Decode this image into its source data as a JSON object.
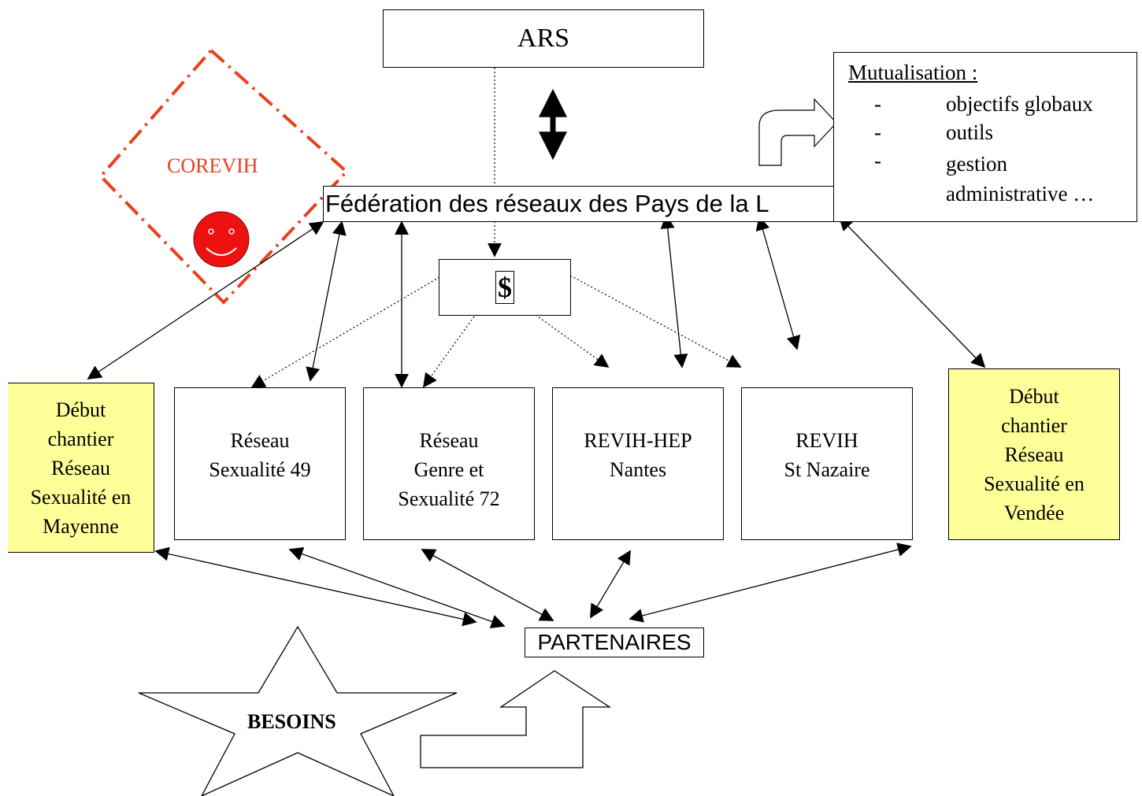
{
  "colors": {
    "corevih": "#e8401c",
    "smiley": "#ee1111",
    "partner_fill": "#ffff99"
  },
  "ars": {
    "label": "ARS"
  },
  "federation": {
    "label": "Fédération des réseaux des Pays de la L"
  },
  "dollar": {
    "label": "$"
  },
  "corevih": {
    "label": "COREVIH"
  },
  "mutualisation": {
    "title": "Mutualisation :",
    "items": [
      {
        "bullet": "-",
        "text": "objectifs globaux"
      },
      {
        "bullet": "-",
        "text": "outils"
      },
      {
        "bullet": "-",
        "text": "gestion administrative …"
      }
    ]
  },
  "mayenne": {
    "lines": [
      "Début",
      "chantier",
      "Réseau",
      "Sexualité en",
      "Mayenne"
    ]
  },
  "vendee": {
    "lines": [
      "Début",
      "chantier",
      "Réseau",
      "Sexualité en",
      "Vendée"
    ]
  },
  "reseaux": [
    {
      "lines": [
        "Réseau",
        "Sexualité 49"
      ]
    },
    {
      "lines": [
        "Réseau",
        "Genre et",
        "Sexualité 72"
      ]
    },
    {
      "lines": [
        "REVIH-HEP",
        "Nantes"
      ]
    },
    {
      "lines": [
        "REVIH",
        "St Nazaire"
      ]
    }
  ],
  "partenaires": {
    "label": "PARTENAIRES"
  },
  "besoins": {
    "label": "BESOINS"
  }
}
